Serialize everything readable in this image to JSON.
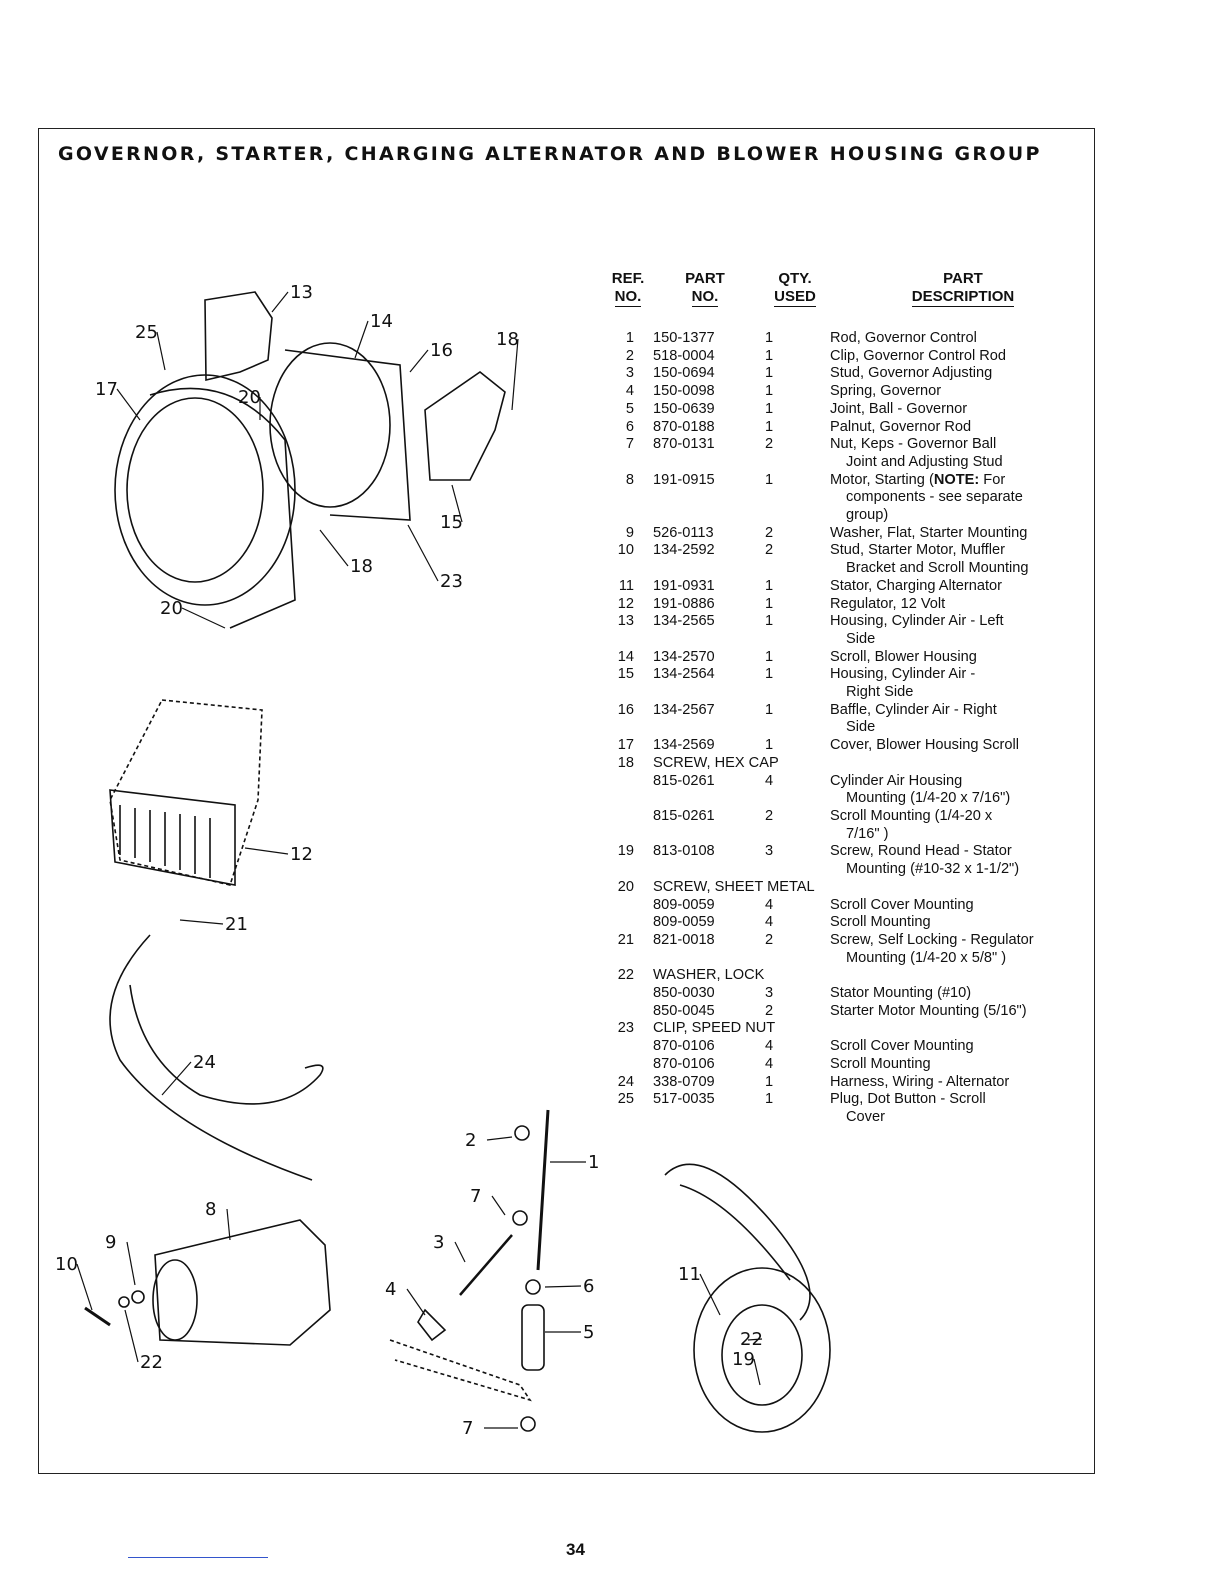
{
  "title": "GOVERNOR, STARTER, CHARGING ALTERNATOR AND BLOWER HOUSING GROUP",
  "headers": {
    "ref": [
      "REF.",
      "NO."
    ],
    "part": [
      "PART",
      "NO."
    ],
    "qty": [
      "QTY.",
      "USED"
    ],
    "desc": [
      "PART",
      "DESCRIPTION"
    ]
  },
  "rows": [
    {
      "ref": "1",
      "part": "150-1377",
      "qty": "1",
      "desc": [
        "Rod, Governor Control"
      ]
    },
    {
      "ref": "2",
      "part": "518-0004",
      "qty": "1",
      "desc": [
        "Clip, Governor Control Rod"
      ]
    },
    {
      "ref": "3",
      "part": "150-0694",
      "qty": "1",
      "desc": [
        "Stud, Governor Adjusting"
      ]
    },
    {
      "ref": "4",
      "part": "150-0098",
      "qty": "1",
      "desc": [
        "Spring, Governor"
      ]
    },
    {
      "ref": "5",
      "part": "150-0639",
      "qty": "1",
      "desc": [
        "Joint, Ball - Governor"
      ]
    },
    {
      "ref": "6",
      "part": "870-0188",
      "qty": "1",
      "desc": [
        "Palnut, Governor Rod"
      ]
    },
    {
      "ref": "7",
      "part": "870-0131",
      "qty": "2",
      "desc": [
        "Nut, Keps - Governor Ball",
        "   Joint and Adjusting Stud"
      ]
    },
    {
      "ref": "8",
      "part": "191-0915",
      "qty": "1",
      "desc": [
        "Motor, Starting (NOTE: For",
        "   components - see separate",
        "   group)"
      ]
    },
    {
      "ref": "9",
      "part": "526-0113",
      "qty": "2",
      "desc": [
        "Washer, Flat, Starter Mounting"
      ]
    },
    {
      "ref": "10",
      "part": "134-2592",
      "qty": "2",
      "desc": [
        "Stud, Starter Motor, Muffler",
        "   Bracket and Scroll Mounting"
      ]
    },
    {
      "ref": "11",
      "part": "191-0931",
      "qty": "1",
      "desc": [
        "Stator, Charging Alternator"
      ]
    },
    {
      "ref": "12",
      "part": "191-0886",
      "qty": "1",
      "desc": [
        "Regulator, 12 Volt"
      ]
    },
    {
      "ref": "13",
      "part": "134-2565",
      "qty": "1",
      "desc": [
        "Housing, Cylinder Air - Left",
        "   Side"
      ]
    },
    {
      "ref": "14",
      "part": "134-2570",
      "qty": "1",
      "desc": [
        "Scroll, Blower Housing"
      ]
    },
    {
      "ref": "15",
      "part": "134-2564",
      "qty": "1",
      "desc": [
        "Housing, Cylinder Air -",
        "   Right Side"
      ]
    },
    {
      "ref": "16",
      "part": "134-2567",
      "qty": "1",
      "desc": [
        "Baffle, Cylinder Air - Right",
        "   Side"
      ]
    },
    {
      "ref": "17",
      "part": "134-2569",
      "qty": "1",
      "desc": [
        "Cover, Blower Housing Scroll"
      ]
    },
    {
      "ref": "18",
      "span": "SCREW, HEX CAP"
    },
    {
      "ref": "",
      "part": "815-0261",
      "qty": "4",
      "desc": [
        "Cylinder Air Housing",
        "   Mounting (1/4-20 x 7/16\")"
      ]
    },
    {
      "ref": "",
      "part": "815-0261",
      "qty": "2",
      "desc": [
        "Scroll Mounting (1/4-20 x",
        "   7/16\" )"
      ]
    },
    {
      "ref": "19",
      "part": "813-0108",
      "qty": "3",
      "desc": [
        "Screw, Round Head - Stator",
        "   Mounting (#10-32 x 1-1/2\")"
      ]
    },
    {
      "ref": "20",
      "span": "SCREW, SHEET METAL"
    },
    {
      "ref": "",
      "part": "809-0059",
      "qty": "4",
      "desc": [
        "Scroll Cover Mounting"
      ]
    },
    {
      "ref": "",
      "part": "809-0059",
      "qty": "4",
      "desc": [
        "Scroll Mounting"
      ]
    },
    {
      "ref": "21",
      "part": "821-0018",
      "qty": "2",
      "desc": [
        "Screw, Self Locking - Regulator",
        "   Mounting (1/4-20 x 5/8\" )"
      ]
    },
    {
      "ref": "22",
      "span": "WASHER, LOCK"
    },
    {
      "ref": "",
      "part": "850-0030",
      "qty": "3",
      "desc": [
        "Stator Mounting (#10)"
      ]
    },
    {
      "ref": "",
      "part": "850-0045",
      "qty": "2",
      "desc": [
        "Starter Motor Mounting (5/16\")"
      ]
    },
    {
      "ref": "23",
      "span": "CLIP, SPEED NUT"
    },
    {
      "ref": "",
      "part": "870-0106",
      "qty": "4",
      "desc": [
        "Scroll Cover Mounting"
      ]
    },
    {
      "ref": "",
      "part": "870-0106",
      "qty": "4",
      "desc": [
        "Scroll Mounting"
      ]
    },
    {
      "ref": "24",
      "part": "338-0709",
      "qty": "1",
      "desc": [
        "Harness, Wiring - Alternator"
      ]
    },
    {
      "ref": "25",
      "part": "517-0035",
      "qty": "1",
      "desc": [
        "Plug, Dot Button - Scroll",
        "   Cover"
      ]
    }
  ],
  "callouts": [
    "13",
    "25",
    "14",
    "16",
    "18",
    "17",
    "20",
    "15",
    "18",
    "23",
    "20",
    "12",
    "21",
    "24",
    "2",
    "1",
    "8",
    "7",
    "9",
    "3",
    "10",
    "4",
    "6",
    "5",
    "22",
    "7",
    "11",
    "22",
    "19"
  ],
  "page_number": "34"
}
